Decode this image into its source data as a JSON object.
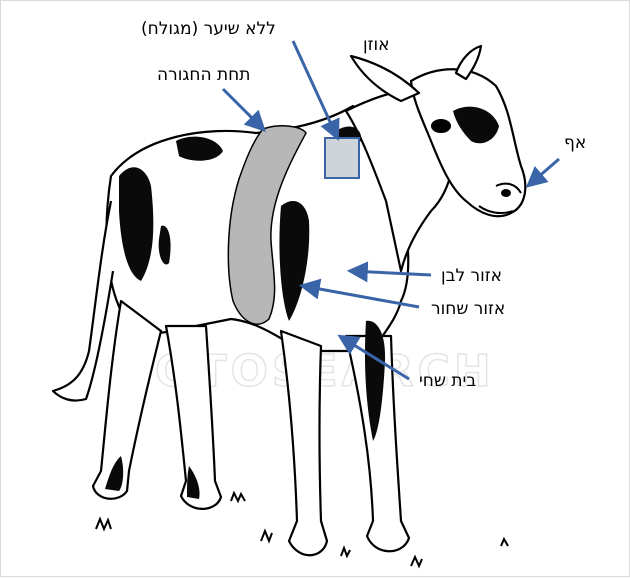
{
  "labels": {
    "no_hair": "ללא שיער (מגולח)",
    "ear": "אוזן",
    "under_belt": "תחת החגורה",
    "nose": "אף",
    "white_area": "אזור לבן",
    "black_area": "אזור שחור",
    "armpit": "בית שחי"
  },
  "watermark": "FOTOSEARCH",
  "colors": {
    "arrow": "#3a64a8",
    "girth_band": "#b7b7b7",
    "shaved_patch": "#cfd4da",
    "outline": "#000000"
  }
}
